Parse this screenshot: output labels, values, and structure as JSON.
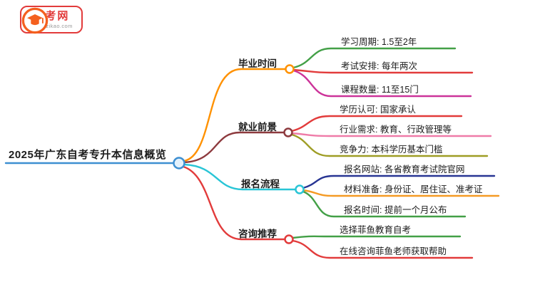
{
  "logo": {
    "title": "自考网",
    "subtitle": "zikao-zikao.com",
    "accent": "#e23b3b",
    "icon": "graduation-cap-icon"
  },
  "central": {
    "label": "2025年广东自考专升本信息概览",
    "color": "#3d8fd1"
  },
  "branches": [
    {
      "label": "毕业时间",
      "color": "#ff9100",
      "children": [
        {
          "label": "学习周期: 1.5至2年",
          "color": "#43a047"
        },
        {
          "label": "考试安排: 每年两次",
          "color": "#e23b3b"
        },
        {
          "label": "课程数量: 11至15门",
          "color": "#cc3399"
        }
      ]
    },
    {
      "label": "就业前景",
      "color": "#8d3a3e",
      "children": [
        {
          "label": "学历认可: 国家承认",
          "color": "#e23b3b"
        },
        {
          "label": "行业需求: 教育、行政管理等",
          "color": "#ef7ba8"
        },
        {
          "label": "竞争力: 本科学历基本门槛",
          "color": "#9e9d24"
        }
      ]
    },
    {
      "label": "报名流程",
      "color": "#29c5d6",
      "children": [
        {
          "label": "报名网站: 各省教育考试院官网",
          "color": "#283593"
        },
        {
          "label": "材料准备: 身份证、居住证、准考证",
          "color": "#f59a23"
        },
        {
          "label": "报名时间: 提前一个月公布",
          "color": "#43a047"
        }
      ]
    },
    {
      "label": "咨询推荐",
      "color": "#e23b3b",
      "children": [
        {
          "label": "选择菲鱼教育自考",
          "color": "#43a047"
        },
        {
          "label": "在线咨询菲鱼老师获取帮助",
          "color": "#e23b3b"
        }
      ]
    }
  ]
}
